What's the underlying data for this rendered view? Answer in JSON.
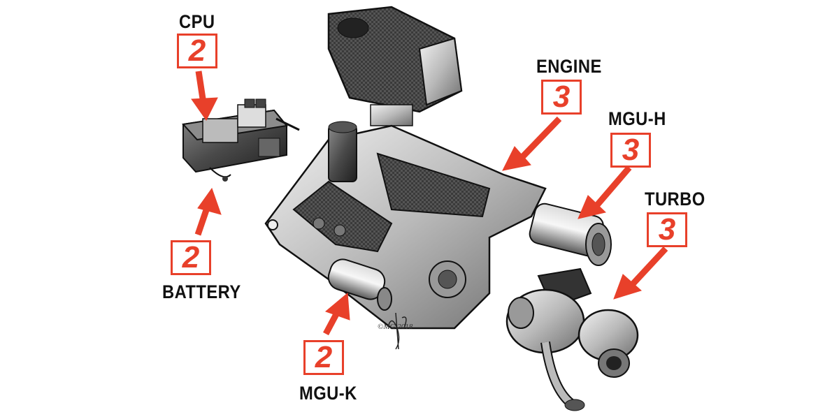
{
  "components": [
    {
      "id": "cpu",
      "label": "CPU",
      "count": "2"
    },
    {
      "id": "battery",
      "label": "BATTERY",
      "count": "2"
    },
    {
      "id": "mgu_k",
      "label": "MGU-K",
      "count": "2"
    },
    {
      "id": "engine",
      "label": "ENGINE",
      "count": "3"
    },
    {
      "id": "mgu_h",
      "label": "MGU-H",
      "count": "3"
    },
    {
      "id": "turbo",
      "label": "TURBO",
      "count": "3"
    }
  ],
  "signature": "©MG 2018",
  "colors": {
    "accent": "#e8402a",
    "text": "#111111",
    "background": "#ffffff"
  }
}
